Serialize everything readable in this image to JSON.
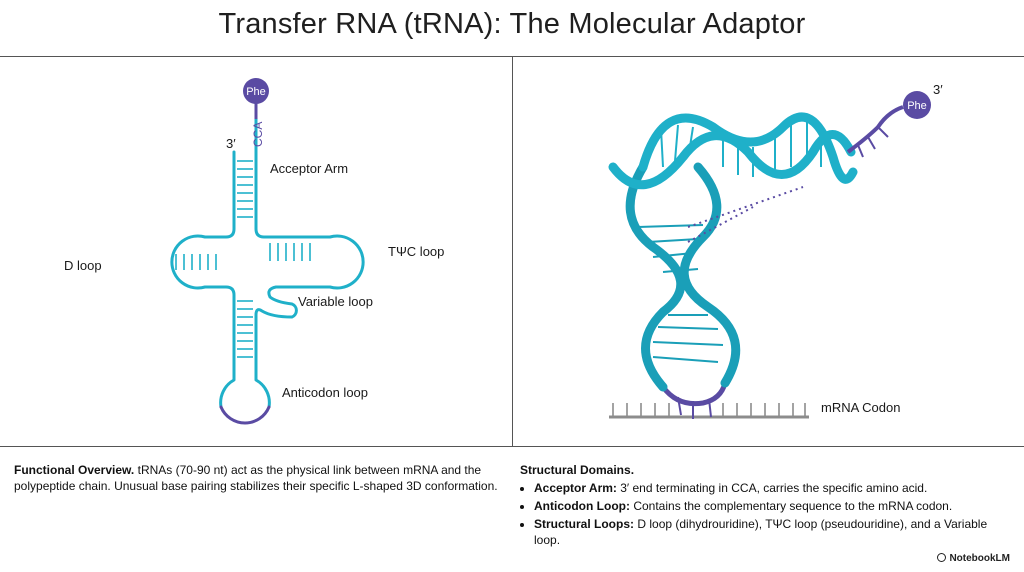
{
  "title": "Transfer RNA (tRNA): The Molecular Adaptor",
  "left_diagram": {
    "amino_acid": "Phe",
    "cca": "CCA",
    "three_prime": "3′",
    "labels": {
      "acceptor_arm": "Acceptor Arm",
      "d_loop": "D loop",
      "tpsic_loop": "TΨC loop",
      "variable_loop": "Variable loop",
      "anticodon_loop": "Anticodon loop"
    }
  },
  "right_diagram": {
    "amino_acid": "Phe",
    "three_prime": "3′",
    "mrna_label": "mRNA Codon"
  },
  "colors": {
    "teal": "#1fb0c9",
    "purple": "#5a4ba3",
    "grey": "#8c8c8c"
  },
  "functional_overview": {
    "heading": "Functional Overview.",
    "text": "tRNAs (70-90 nt) act as the physical link between mRNA and the polypeptide chain. Unusual base pairing stabilizes their specific L-shaped 3D conformation."
  },
  "structural_domains": {
    "heading": "Structural Domains.",
    "items": [
      {
        "term": "Acceptor Arm:",
        "text": "3′ end terminating in CCA, carries the specific amino acid."
      },
      {
        "term": "Anticodon Loop:",
        "text": "Contains the complementary sequence to the mRNA codon."
      },
      {
        "term": "Structural Loops:",
        "text": "D loop (dihydrouridine), TΨC loop (pseudouridine), and a Variable loop."
      }
    ]
  },
  "brand": "NotebookLM"
}
